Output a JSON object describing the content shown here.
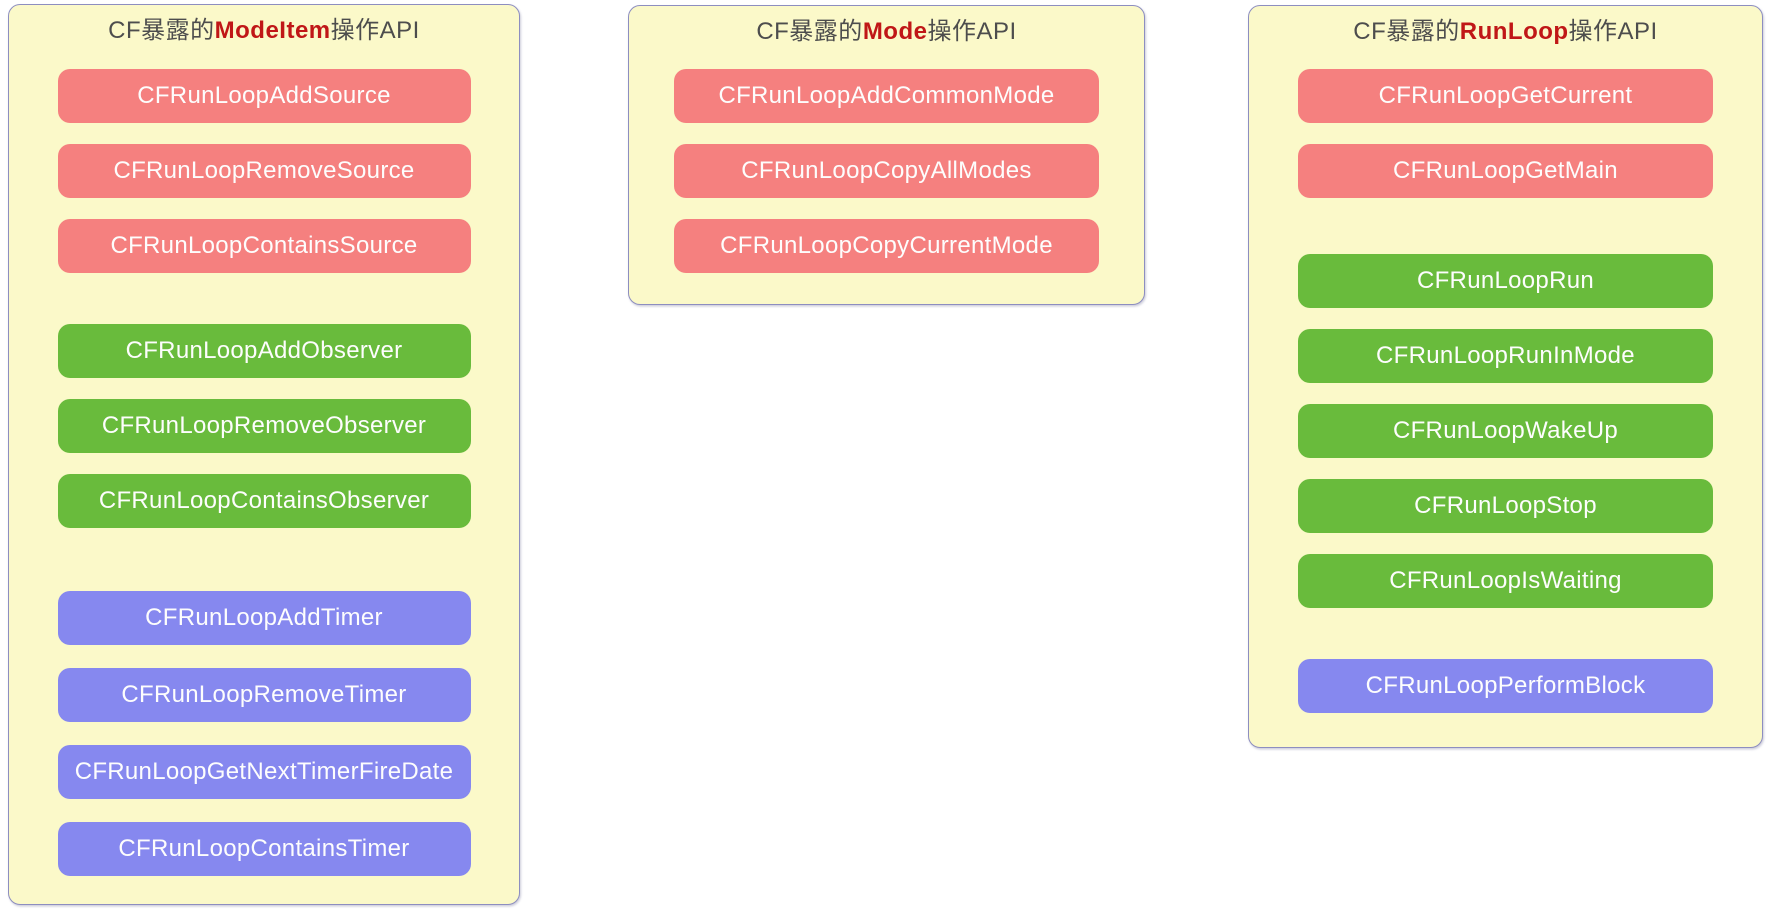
{
  "colors": {
    "red": "#F5807F",
    "green": "#69BB3C",
    "purple": "#8688EF",
    "panel_bg": "#FBF9C9",
    "panel_border": "#8D8EC0",
    "title_text": "#4D4D4D",
    "title_accent": "#C01717",
    "button_text": "#FDFDFD",
    "page_bg": "#FFFFFF"
  },
  "panels": [
    {
      "title": {
        "prefix": "CF暴露的",
        "keyword": "ModeItem",
        "suffix": "操作API"
      },
      "groups": [
        {
          "name": "source-apis",
          "color": "red",
          "buttons": [
            "CFRunLoopAddSource",
            "CFRunLoopRemoveSource",
            "CFRunLoopContainsSource"
          ]
        },
        {
          "name": "observer-apis",
          "color": "green",
          "buttons": [
            "CFRunLoopAddObserver",
            "CFRunLoopRemoveObserver",
            "CFRunLoopContainsObserver"
          ]
        },
        {
          "name": "timer-apis",
          "color": "purple",
          "buttons": [
            "CFRunLoopAddTimer",
            "CFRunLoopRemoveTimer",
            "CFRunLoopGetNextTimerFireDate",
            "CFRunLoopContainsTimer"
          ]
        }
      ]
    },
    {
      "title": {
        "prefix": "CF暴露的",
        "keyword": "Mode",
        "suffix": "操作API"
      },
      "groups": [
        {
          "name": "mode-apis",
          "color": "red",
          "buttons": [
            "CFRunLoopAddCommonMode",
            "CFRunLoopCopyAllModes",
            "CFRunLoopCopyCurrentMode"
          ]
        }
      ]
    },
    {
      "title": {
        "prefix": "CF暴露的",
        "keyword": "RunLoop",
        "suffix": "操作API"
      },
      "groups": [
        {
          "name": "runloop-get-apis",
          "color": "red",
          "buttons": [
            "CFRunLoopGetCurrent",
            "CFRunLoopGetMain"
          ]
        },
        {
          "name": "runloop-run-apis",
          "color": "green",
          "buttons": [
            "CFRunLoopRun",
            "CFRunLoopRunInMode",
            "CFRunLoopWakeUp",
            "CFRunLoopStop",
            "CFRunLoopIsWaiting"
          ]
        },
        {
          "name": "runloop-block-apis",
          "color": "purple",
          "buttons": [
            "CFRunLoopPerformBlock"
          ]
        }
      ]
    }
  ]
}
